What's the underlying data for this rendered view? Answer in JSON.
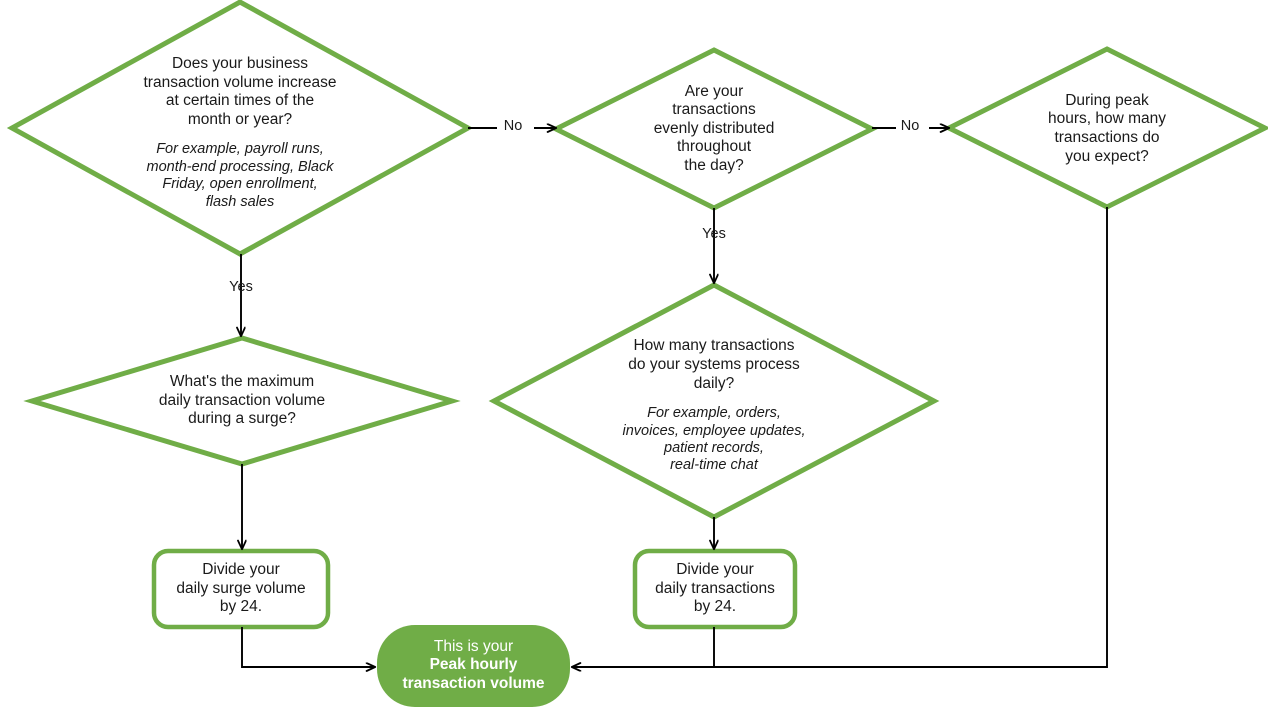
{
  "diagram": {
    "title": "Peak hourly transaction volume decision flowchart",
    "colors": {
      "accent_green": "#70AD47",
      "line_black": "#000000",
      "text_dark": "#1a1a1a",
      "pill_text": "#ffffff",
      "background": "#ffffff"
    }
  },
  "nodes": {
    "seasonality_question": {
      "shape": "diamond",
      "main": "Does your business\ntransaction volume increase\nat certain times of the\nmonth or year?",
      "example": "For example, payroll runs,\nmonth-end processing, Black\nFriday, open enrollment,\nflash sales"
    },
    "even_distribution_question": {
      "shape": "diamond",
      "main": "Are your\ntransactions\nevenly distributed\nthroughout\nthe day?",
      "example": ""
    },
    "peak_hours_question": {
      "shape": "diamond",
      "main": "During peak\nhours, how many\ntransactions do\nyou expect?",
      "example": ""
    },
    "max_surge_question": {
      "shape": "diamond",
      "main": "What's the maximum\ndaily transaction volume\nduring a surge?",
      "example": ""
    },
    "daily_volume_question": {
      "shape": "diamond",
      "main": "How many transactions\ndo your systems process\ndaily?",
      "example": "For example, orders,\ninvoices, employee updates,\npatient records,\nreal-time chat"
    },
    "divide_surge_box": {
      "shape": "rounded-rect",
      "text": "Divide your\ndaily surge volume\nby 24."
    },
    "divide_daily_box": {
      "shape": "rounded-rect",
      "text": "Divide your\ndaily transactions\nby 24."
    },
    "result_pill": {
      "shape": "pill",
      "line1": "This is your",
      "line2": "Peak hourly\ntransaction volume"
    }
  },
  "edge_labels": {
    "seasonality_no": "No",
    "seasonality_yes": "Yes",
    "even_distribution_no": "No",
    "even_distribution_yes": "Yes"
  }
}
